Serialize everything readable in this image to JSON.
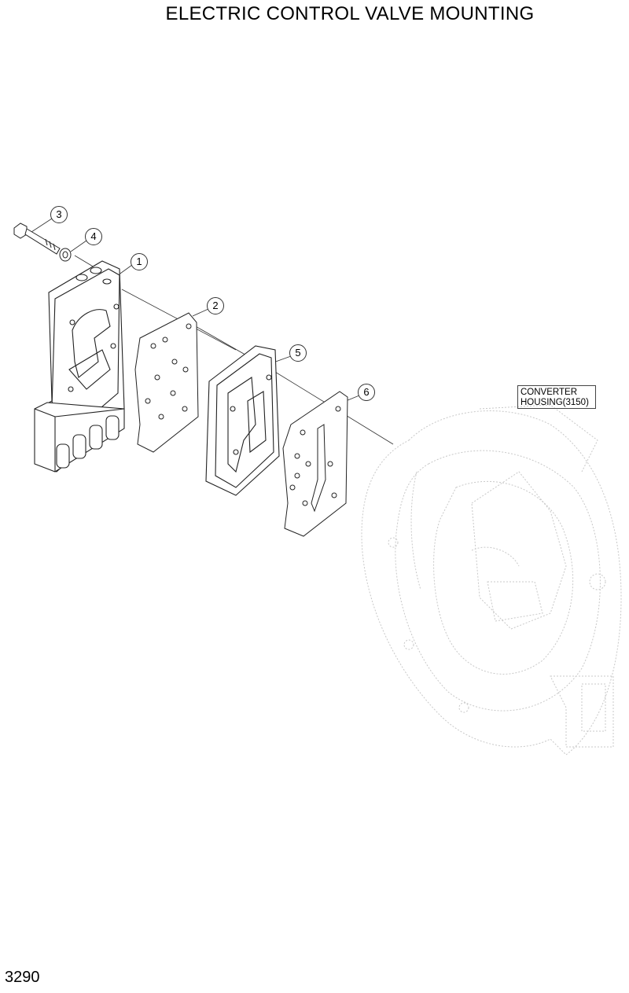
{
  "title": "ELECTRIC CONTROL VALVE MOUNTING",
  "page_number": "3290",
  "reference_box": {
    "line1": "CONVERTER",
    "line2": "HOUSING(3150)"
  },
  "callouts": {
    "c1": "1",
    "c2": "2",
    "c3": "3",
    "c4": "4",
    "c5": "5",
    "c6": "6"
  }
}
